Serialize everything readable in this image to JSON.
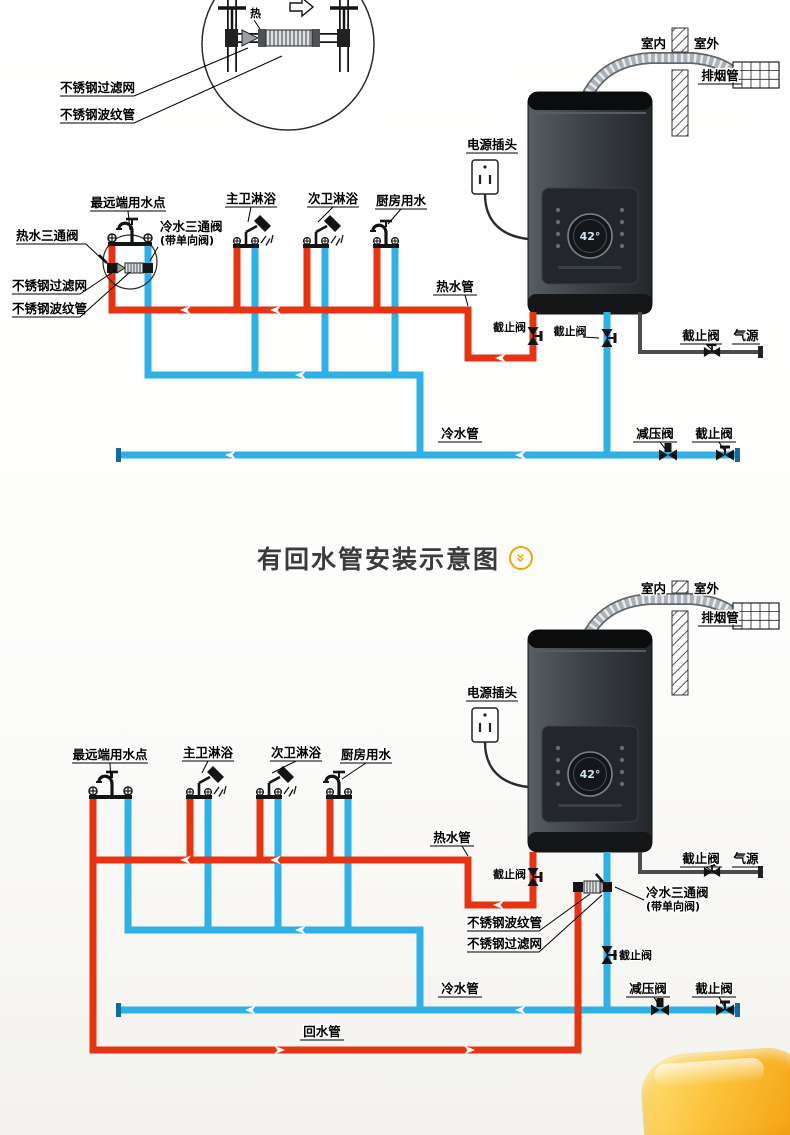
{
  "page": {
    "section_title": "有回水管安装示意图",
    "badge_glyph": "»"
  },
  "colors": {
    "hot_water_pipe": "#e63312",
    "cold_water_pipe": "#2fb0e6",
    "gas_pipe": "#4a4d50",
    "label_text": "#000000",
    "title_text": "#3b3b3b",
    "badge_accent": "#eba800",
    "heater_body": "#34383d",
    "product_corner": "#f6a61f"
  },
  "detail_inset": {
    "hot_mark": "热",
    "filter_label": "不锈钢过滤网",
    "corrugated_label": "不锈钢波纹管"
  },
  "diagram_no_return": {
    "indoor": "室内",
    "outdoor": "室外",
    "exhaust_duct": "排烟管",
    "power_plug": "电源插头",
    "farthest_tap": "最远端用水点",
    "master_shower": "主卫淋浴",
    "second_shower": "次卫淋浴",
    "kitchen_tap": "厨房用水",
    "hot_three_way_valve": "热水三通阀",
    "cold_three_way_line1": "冷水三通阀",
    "cold_three_way_line2": "(带单向阀)",
    "filter": "不锈钢过滤网",
    "corrugated_hose": "不锈钢波纹管",
    "hot_pipe_label": "热水管",
    "cold_pipe_label": "冷水管",
    "stop_valve_hot": "截止阀",
    "stop_valve_cold": "截止阀",
    "stop_valve_gas": "截止阀",
    "gas_source": "气源",
    "pressure_reducing_valve": "减压阀",
    "stop_valve_main": "截止阀",
    "heater_display": "42°"
  },
  "diagram_with_return": {
    "indoor": "室内",
    "outdoor": "室外",
    "exhaust_duct": "排烟管",
    "power_plug": "电源插头",
    "farthest_tap": "最远端用水点",
    "master_shower": "主卫淋浴",
    "second_shower": "次卫淋浴",
    "kitchen_tap": "厨房用水",
    "hot_pipe_label": "热水管",
    "cold_pipe_label": "冷水管",
    "return_pipe_label": "回水管",
    "stop_valve_hot": "截止阀",
    "stop_valve_riser": "截止阀",
    "stop_valve_gas": "截止阀",
    "gas_source": "气源",
    "cold_three_way_line1": "冷水三通阀",
    "cold_three_way_line2": "(带单向阀)",
    "corrugated_hose": "不锈钢波纹管",
    "filter": "不锈钢过滤网",
    "pressure_reducing_valve": "减压阀",
    "stop_valve_main": "截止阀",
    "heater_display": "42°"
  }
}
